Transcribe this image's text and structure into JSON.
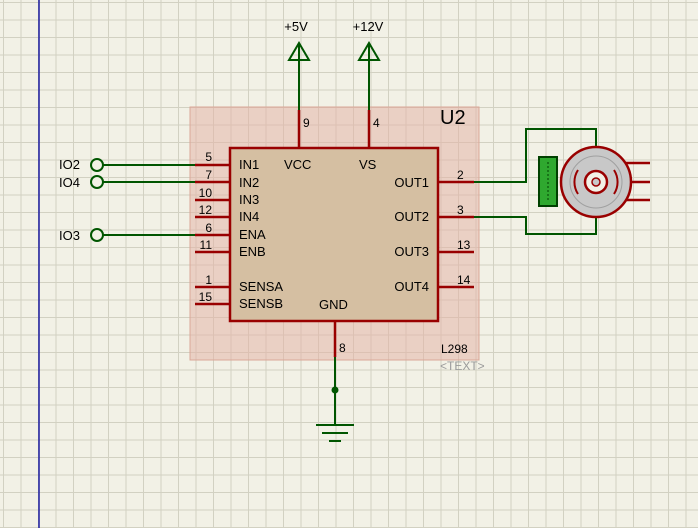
{
  "component": {
    "ref": "U2",
    "part": "L298",
    "text_placeholder": "<TEXT>",
    "pins": {
      "vcc": {
        "label": "VCC",
        "number": "9"
      },
      "vs": {
        "label": "VS",
        "number": "4"
      },
      "in1": {
        "label": "IN1",
        "number": "5"
      },
      "in2": {
        "label": "IN2",
        "number": "7"
      },
      "in3": {
        "label": "IN3",
        "number": "10"
      },
      "in4": {
        "label": "IN4",
        "number": "12"
      },
      "ena": {
        "label": "ENA",
        "number": "6"
      },
      "enb": {
        "label": "ENB",
        "number": "11"
      },
      "sensa": {
        "label": "SENSA",
        "number": "1"
      },
      "sensb": {
        "label": "SENSB",
        "number": "15"
      },
      "gnd": {
        "label": "GND",
        "number": "8"
      },
      "out1": {
        "label": "OUT1",
        "number": "2"
      },
      "out2": {
        "label": "OUT2",
        "number": "3"
      },
      "out3": {
        "label": "OUT3",
        "number": "13"
      },
      "out4": {
        "label": "OUT4",
        "number": "14"
      }
    }
  },
  "power": {
    "v5": "+5V",
    "v12": "+12V"
  },
  "terminals": {
    "io2": "IO2",
    "io4": "IO4",
    "io3": "IO3"
  },
  "colors": {
    "wire": "#005500",
    "component_outline": "#990000",
    "component_body": "#d5bfa2",
    "selection_box": "#e3b5a8",
    "sheet_border": "#1a1aa0",
    "motor_body": "#c8c8c8",
    "motor_indicator": "#2fa82f"
  },
  "icons": {
    "ground": "ground-symbol-icon",
    "power_arrow": "power-arrow-icon",
    "motor": "dc-motor-icon",
    "terminal": "terminal-circle-icon"
  }
}
